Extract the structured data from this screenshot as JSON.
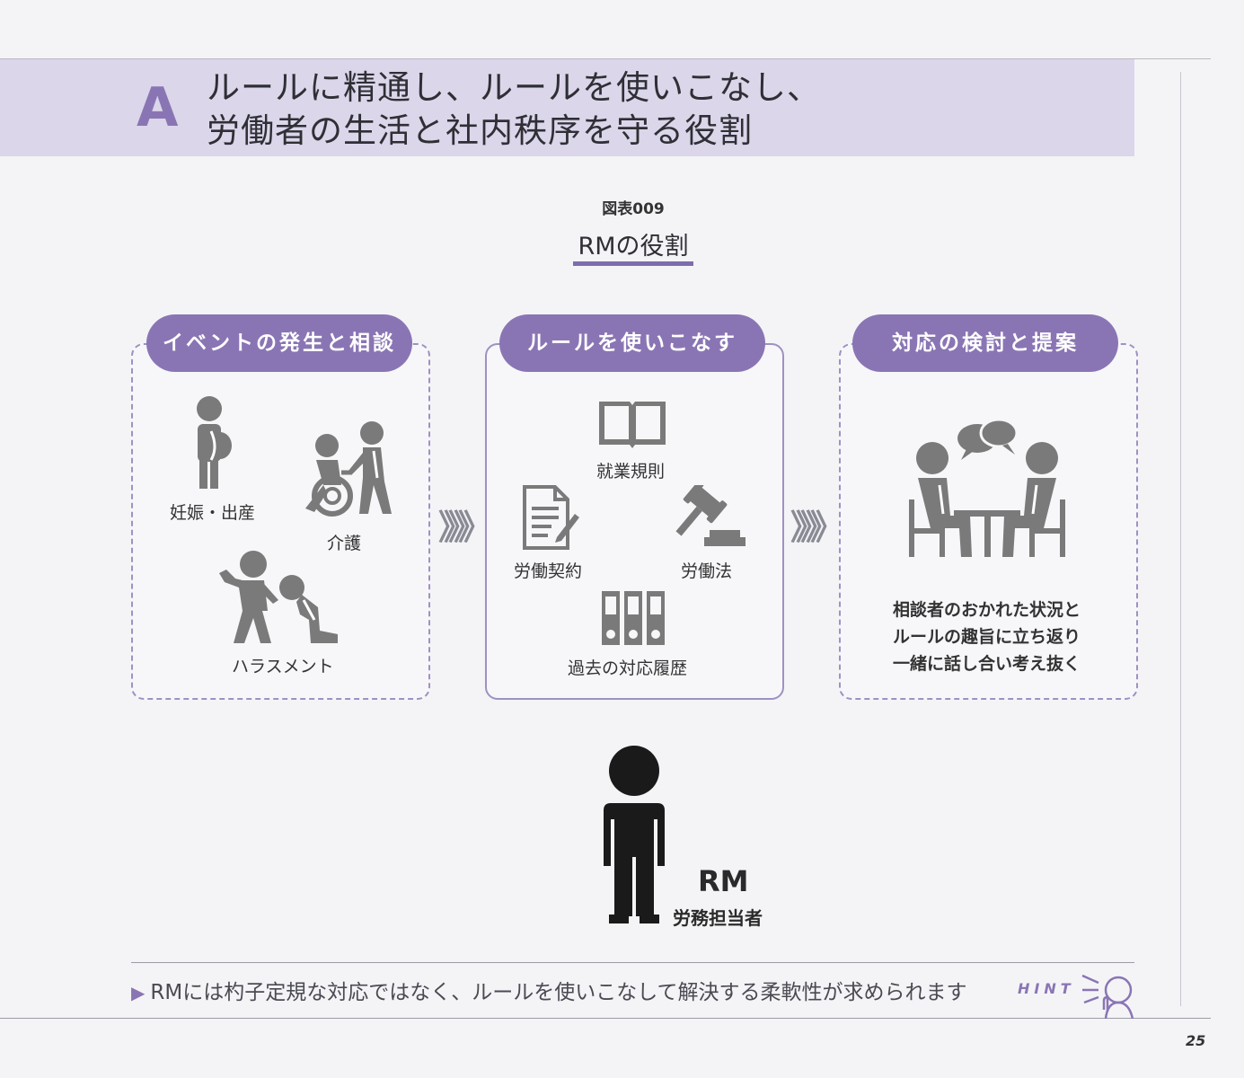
{
  "header": {
    "letter": "A",
    "title_line1": "ルールに精通し、ルールを使いこなし、",
    "title_line2": "労働者の生活と社内秩序を守る役割"
  },
  "figure": {
    "number": "図表009",
    "title": "RMの役割"
  },
  "boxes": {
    "events": {
      "heading": "イベントの発生と相談",
      "items": [
        "妊娠・出産",
        "介護",
        "ハラスメント"
      ]
    },
    "rules": {
      "heading": "ルールを使いこなす",
      "items": [
        "就業規則",
        "労働契約",
        "労働法",
        "過去の対応履歴"
      ]
    },
    "response": {
      "heading": "対応の検討と提案",
      "lines": [
        "相談者のおかれた状況と",
        "ルールの趣旨に立ち返り",
        "一緒に話し合い考え抜く"
      ]
    }
  },
  "chevrons": "》》》",
  "rm": {
    "name": "RM",
    "role": "労務担当者"
  },
  "hint": {
    "text": "RMには杓子定規な対応ではなく、ルールを使いこなして解決する柔軟性が求められます",
    "label": "HINT"
  },
  "page_number": "25",
  "colors": {
    "accent": "#8a75b4",
    "band": "#dbd6ea",
    "icon_gray": "#7a7a7a",
    "figure_black": "#1a1a1a"
  }
}
